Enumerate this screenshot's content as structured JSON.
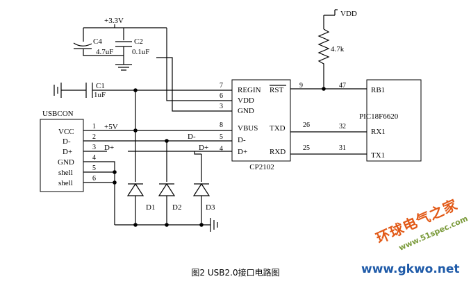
{
  "diagram": {
    "rails": {
      "v33": "+3.3V",
      "vdd": "VDD",
      "v5": "+5V"
    },
    "components": {
      "C4": {
        "ref": "C4",
        "value": "4.7uF"
      },
      "C2": {
        "ref": "C2",
        "value": "0.1uF"
      },
      "C1": {
        "ref": "C1",
        "value": "1uF"
      },
      "R": {
        "value": "4.7k"
      },
      "D1": {
        "ref": "D1"
      },
      "D2": {
        "ref": "D2"
      },
      "D3": {
        "ref": "D3"
      }
    },
    "usbcon": {
      "title": "USBCON",
      "pins": [
        {
          "name": "VCC",
          "num": "1"
        },
        {
          "name": "D-",
          "num": "2"
        },
        {
          "name": "D+",
          "num": "3"
        },
        {
          "name": "GND",
          "num": "4"
        },
        {
          "name": "shell",
          "num": "5"
        },
        {
          "name": "shell",
          "num": "6"
        }
      ]
    },
    "cp2102": {
      "name": "CP2102",
      "pins": {
        "regin": {
          "name": "REGIN",
          "num": "7"
        },
        "vdd": {
          "name": "VDD",
          "num": "6"
        },
        "gnd": {
          "name": "GND",
          "num": "3"
        },
        "vbus": {
          "name": "VBUS",
          "num": "8"
        },
        "dm": {
          "name": "D-",
          "num": "5"
        },
        "dp": {
          "name": "D+",
          "num": "4"
        },
        "rst": {
          "name": "RST",
          "num": "9"
        },
        "txd": {
          "name": "TXD",
          "num": "26"
        },
        "rxd": {
          "name": "RXD",
          "num": "25"
        }
      }
    },
    "pic": {
      "name": "PIC18F6620",
      "pins": {
        "rb1": {
          "name": "RB1",
          "num": "47"
        },
        "rx1": {
          "name": "RX1",
          "num": "32"
        },
        "tx1": {
          "name": "TX1",
          "num": "31"
        }
      }
    },
    "nets": {
      "dminus": "D-",
      "dplus": "D+"
    }
  },
  "caption": "图2 USB2.0接口电路图",
  "watermark": {
    "chinese": "环球电气之家",
    "url1": "www.51spec.com",
    "url2": "www.gkwo.net"
  }
}
